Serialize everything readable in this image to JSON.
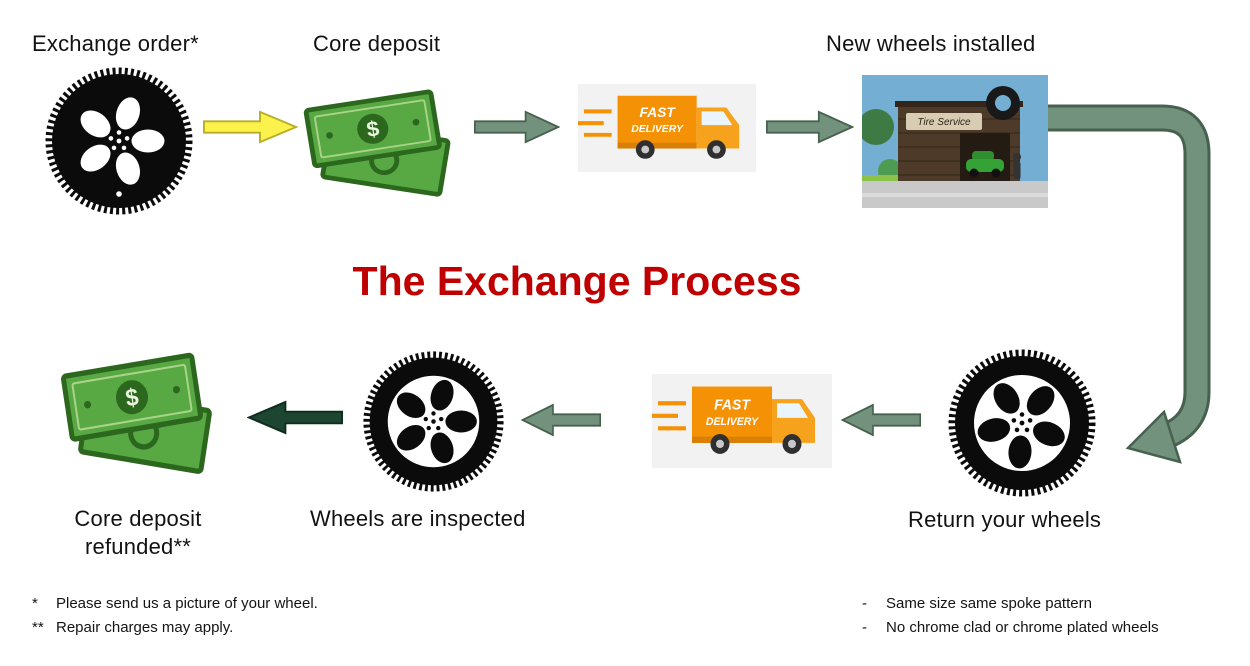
{
  "title": {
    "text": "The Exchange Process"
  },
  "labels": {
    "exchange_order": "Exchange order*",
    "core_deposit": "Core deposit",
    "new_wheels_installed": "New wheels installed",
    "return_your_wheels": "Return your wheels",
    "wheels_are_inspected": "Wheels are inspected",
    "refunded_line1": "Core deposit",
    "refunded_line2": "refunded**"
  },
  "truck": {
    "line1": "FAST",
    "line2": "DELIVERY"
  },
  "shop": {
    "sign": "Tire Service"
  },
  "money": {
    "symbol": "$"
  },
  "footnotes": {
    "left": [
      {
        "marker": "*",
        "text": "Please send us a picture of your wheel."
      },
      {
        "marker": "**",
        "text": "Repair charges may apply."
      }
    ],
    "right": [
      {
        "marker": "-",
        "text": "Same size same spoke pattern"
      },
      {
        "marker": "-",
        "text": "No chrome clad or chrome plated wheels"
      }
    ]
  },
  "colors": {
    "title_red": "#C00000",
    "arrow_yellow": "#FBF24B",
    "arrow_sage": "#73927E",
    "arrow_dark_green": "#1C4632",
    "money_green": "#58A843",
    "money_dark_green": "#2C671E",
    "truck_orange": "#F59105",
    "shop_brown": "#4D3A28",
    "sky_blue": "#74AFD3"
  }
}
